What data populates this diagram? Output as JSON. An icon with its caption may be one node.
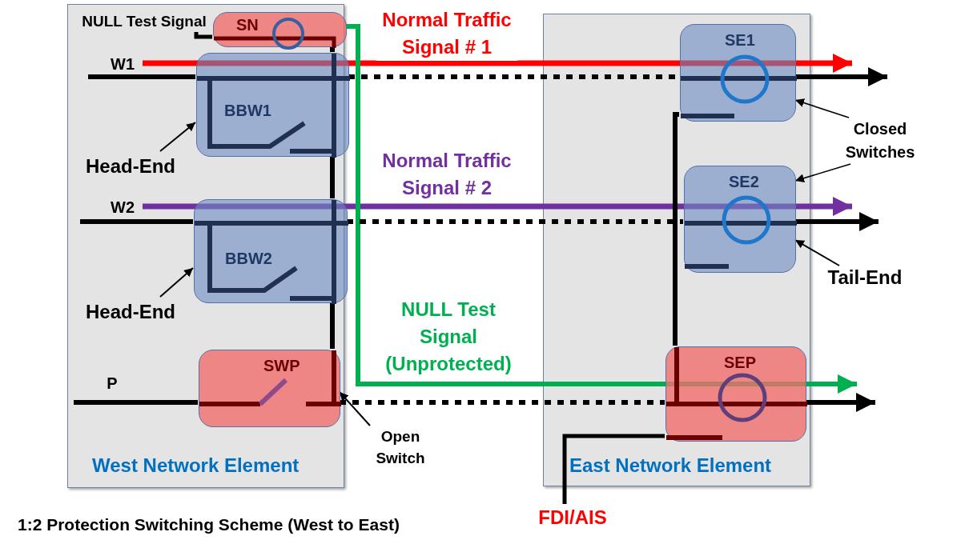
{
  "diagram": {
    "caption": "1:2 Protection Switching Scheme (West to East)",
    "nodes": [
      {
        "text": [
          "West Network Element"
        ]
      },
      {
        "text": [
          "NULL Test Signal"
        ],
        "in": 0
      },
      {
        "text": [
          "SN"
        ],
        "in": 0
      },
      {
        "text": [
          "W1"
        ],
        "in": 0
      },
      {
        "text": [
          "BBW1"
        ],
        "in": 0
      },
      {
        "text": [
          "Head-End"
        ],
        "in": 0
      },
      {
        "text": [
          "W2"
        ],
        "in": 0
      },
      {
        "text": [
          "BBW2"
        ],
        "in": 0
      },
      {
        "text": [
          "Head-End"
        ],
        "in": 0
      },
      {
        "text": [
          "P"
        ],
        "in": 0
      },
      {
        "text": [
          "SWP"
        ],
        "in": 0
      },
      {
        "text": [
          "Open Switch"
        ]
      },
      {
        "text": [
          "East Network Element"
        ]
      },
      {
        "text": [
          "SE1"
        ],
        "in": 12
      },
      {
        "text": [
          "Closed Switches"
        ]
      },
      {
        "text": [
          "SE2"
        ],
        "in": 12
      },
      {
        "text": [
          "Tail-End"
        ]
      },
      {
        "text": [
          "SEP"
        ],
        "in": 12
      },
      {
        "text": [
          "FDI/AIS"
        ]
      }
    ],
    "edges": [
      {
        "from": 3,
        "to": null,
        "arrow": "to",
        "color": "#ff0000",
        "label": "Normal Traffic Signal # 1"
      },
      {
        "from": 6,
        "to": null,
        "arrow": "to",
        "color": "#7030a0",
        "label": "Normal Traffic Signal # 2"
      },
      {
        "from": 2,
        "to": null,
        "arrow": "to",
        "color": "#00b050",
        "label": "NULL Test Signal (Unprotected)"
      },
      {
        "from": null,
        "to": 4,
        "arrow": "none"
      },
      {
        "from": 4,
        "to": 13,
        "arrow": "none",
        "style": "dashed"
      },
      {
        "from": 13,
        "to": null,
        "arrow": "to"
      },
      {
        "from": null,
        "to": 7,
        "arrow": "none"
      },
      {
        "from": 7,
        "to": 15,
        "arrow": "none",
        "style": "dashed"
      },
      {
        "from": 15,
        "to": null,
        "arrow": "to"
      },
      {
        "from": null,
        "to": 10,
        "arrow": "none"
      },
      {
        "from": 10,
        "to": 17,
        "arrow": "none",
        "style": "dashed"
      },
      {
        "from": 17,
        "to": null,
        "arrow": "to"
      },
      {
        "from": 1,
        "to": 2,
        "arrow": "none"
      },
      {
        "from": 5,
        "to": 4,
        "arrow": "to"
      },
      {
        "from": 8,
        "to": 7,
        "arrow": "to"
      },
      {
        "from": 11,
        "to": 10,
        "arrow": "to"
      },
      {
        "from": 14,
        "to": 13,
        "arrow": "to"
      },
      {
        "from": 14,
        "to": 15,
        "arrow": "to"
      },
      {
        "from": 16,
        "to": 15,
        "arrow": "to"
      },
      {
        "from": 18,
        "to": 17,
        "arrow": "none"
      },
      {
        "from": 2,
        "to": 4,
        "arrow": "none"
      },
      {
        "from": 13,
        "to": 17,
        "arrow": "none"
      },
      {
        "from": 4,
        "to": 7,
        "arrow": "none"
      },
      {
        "from": 7,
        "to": 10,
        "arrow": "none"
      }
    ]
  }
}
